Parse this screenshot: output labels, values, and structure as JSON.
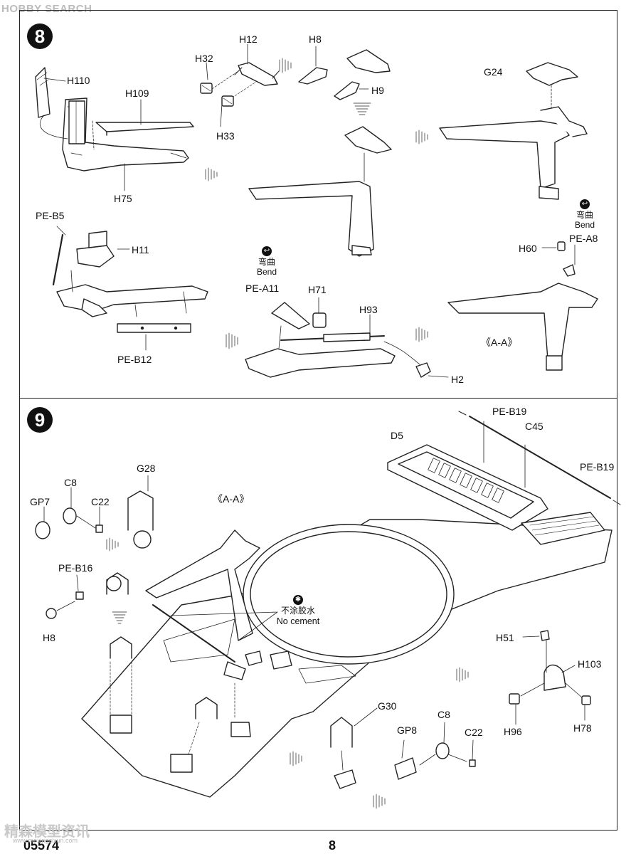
{
  "watermark": {
    "logo": "HOBBY SEARCH",
    "site_cn": "精森模型资讯",
    "site_url": "www.moxingzixun.com"
  },
  "steps": {
    "s8": "8",
    "s9": "9"
  },
  "step8": {
    "labels": {
      "h110": "H110",
      "h109": "H109",
      "h75": "H75",
      "h32": "H32",
      "h12": "H12",
      "h33": "H33",
      "h8": "H8",
      "h9": "H9",
      "g24": "G24",
      "peb5": "PE-B5",
      "h11": "H11",
      "peb12": "PE-B12",
      "pea11": "PE-A11",
      "h71": "H71",
      "h93": "H93",
      "h2": "H2",
      "h60": "H60",
      "pea8": "PE-A8",
      "aa": "《A-A》"
    },
    "bend_note_1": {
      "cn": "弯曲",
      "en": "Bend"
    },
    "bend_note_2": {
      "cn": "弯曲",
      "en": "Bend"
    }
  },
  "step9": {
    "labels": {
      "peb19a": "PE-B19",
      "c45": "C45",
      "d5": "D5",
      "peb19b": "PE-B19",
      "g28": "G28",
      "c8a": "C8",
      "gp7": "GP7",
      "c22a": "C22",
      "aa": "《A-A》",
      "peb16": "PE-B16",
      "h8": "H8",
      "h51": "H51",
      "h103": "H103",
      "h96": "H96",
      "h78": "H78",
      "g30": "G30",
      "c8b": "C8",
      "gp8": "GP8",
      "c22b": "C22"
    },
    "no_cement": {
      "cn": "不涂胶水",
      "en": "No cement"
    }
  },
  "footer": {
    "code": "05574",
    "page": "8"
  }
}
